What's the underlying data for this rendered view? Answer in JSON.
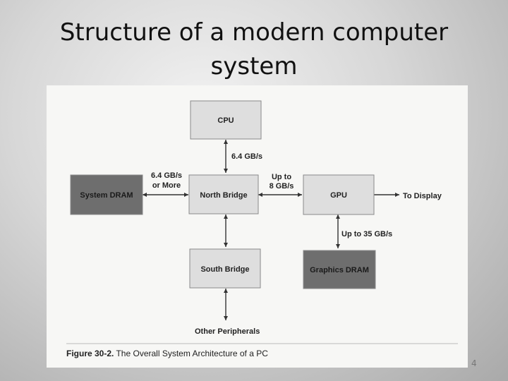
{
  "slide": {
    "title_line1": "Structure of a modern computer",
    "title_line2": "system",
    "page_number": "4"
  },
  "diagram": {
    "nodes": {
      "cpu": "CPU",
      "north_bridge": "North Bridge",
      "south_bridge": "South Bridge",
      "gpu": "GPU",
      "system_dram": "System DRAM",
      "graphics_dram": "Graphics DRAM"
    },
    "edge_labels": {
      "cpu_nb": "6.4 GB/s",
      "dram_nb_line1": "6.4 GB/s",
      "dram_nb_line2": "or More",
      "nb_gpu_line1": "Up to",
      "nb_gpu_line2": "8 GB/s",
      "gpu_display": "To Display",
      "gpu_gdram": "Up to 35 GB/s",
      "peripherals": "Other Peripherals"
    },
    "caption_bold": "Figure 30-2.",
    "caption_rest": " The Overall System Architecture of a PC",
    "colors": {
      "light_box": "#dedede",
      "dark_box": "#6e6e6e"
    }
  }
}
